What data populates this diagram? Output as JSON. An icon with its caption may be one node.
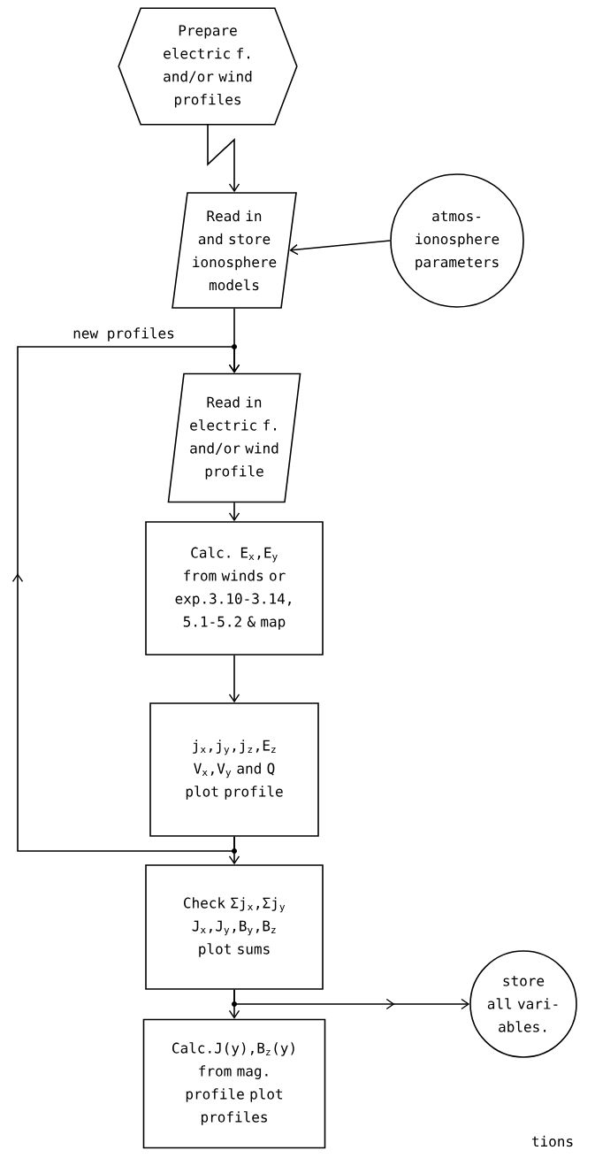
{
  "diagram": {
    "nodes": [
      {
        "text": [
          "Prepare electric f. and/or wind profiles"
        ]
      },
      {
        "text": [
          "Read in and store ionosphere models"
        ]
      },
      {
        "text": [
          "atmos- ionosphere parameters"
        ]
      },
      {
        "text": [
          "Read in electric f. and/or wind profile"
        ]
      },
      {
        "text": [
          "Calc. E$_{x}$,E$_{y}$ from winds or exp.3.10-3.14, 5.1-5.2 & map"
        ]
      },
      {
        "text": [
          "j$_{x}$,j$_{y}$,j$_{z}$,E$_{z}$ V$_{x}$,V$_{y}$ and Q plot profile"
        ]
      },
      {
        "text": [
          "Check Σj$_{x}$,Σj$_{y}$ J$_{x}$,J$_{y}$,B$_{y}$,B$_{z}$ plot sums"
        ]
      },
      {
        "text": [
          "store all vari- ables."
        ]
      },
      {
        "text": [
          "Calc.J(y),B$_{z}$(y) from mag. profile plot profiles"
        ]
      }
    ],
    "edges": [
      {
        "from": 0,
        "to": 1,
        "arrow": "to"
      },
      {
        "from": 2,
        "to": 1,
        "arrow": "to"
      },
      {
        "from": 1,
        "to": 3,
        "arrow": "to"
      },
      {
        "from": 5,
        "to": 3,
        "arrow": "to",
        "label": "new profiles"
      },
      {
        "from": 3,
        "to": 4,
        "arrow": "to"
      },
      {
        "from": 4,
        "to": 5,
        "arrow": "to"
      },
      {
        "from": 5,
        "to": 6,
        "arrow": "to"
      },
      {
        "from": 6,
        "to": 8,
        "arrow": "to"
      },
      {
        "from": 6,
        "to": 7,
        "arrow": "to"
      }
    ],
    "labels": [
      "tions"
    ]
  }
}
